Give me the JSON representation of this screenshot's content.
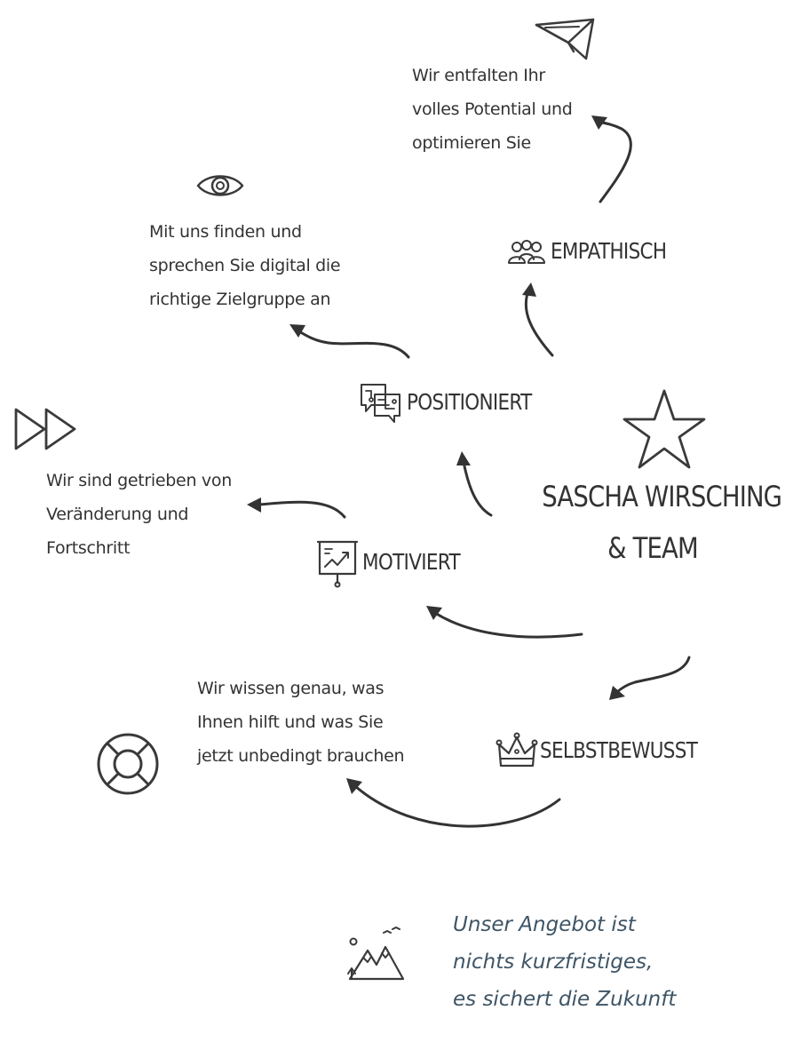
{
  "diagram": {
    "center_title": {
      "line1": "SASCHA WIRSCHING",
      "line2": "& TEAM"
    },
    "nodes": {
      "empathisch": {
        "label": "EMPATHISCH",
        "icon": "people-icon"
      },
      "positioniert": {
        "label": "POSITIONIERT",
        "icon": "circuit-chat-icon"
      },
      "motiviert": {
        "label": "MOTIVIERT",
        "icon": "presentation-chart-icon"
      },
      "selbstbewusst": {
        "label": "SELBSTBEWUSST",
        "icon": "crown-icon"
      }
    },
    "notes": {
      "potential": [
        "Wir entfalten Ihr",
        "volles Potential und",
        "optimieren Sie"
      ],
      "zielgruppe": [
        "Mit uns finden und",
        "sprechen Sie digital die",
        "richtige Zielgruppe an"
      ],
      "fortschritt": [
        "Wir sind getrieben von",
        "Veränderung und",
        "Fortschritt"
      ],
      "wissen": [
        "Wir wissen genau, was",
        "Ihnen hilft und was Sie",
        "jetzt unbedingt brauchen"
      ]
    },
    "decorative_icons": [
      "paper-plane-icon",
      "eye-icon",
      "fast-forward-icon",
      "star-icon",
      "lifebuoy-icon",
      "mountains-icon"
    ]
  },
  "footer": {
    "lines": [
      "Unser Angebot ist",
      "nichts kurzfristiges,",
      "es sichert die Zukunft"
    ]
  },
  "colors": {
    "ink": "#333333",
    "footer_text": "#3e5566"
  }
}
